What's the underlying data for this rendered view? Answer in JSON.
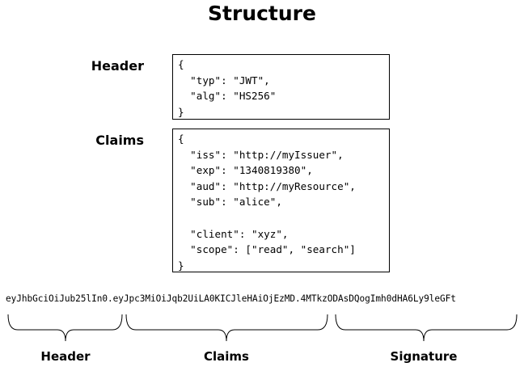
{
  "title": "Structure",
  "header_block": {
    "label": "Header",
    "lines": [
      "{",
      "  \"typ\": \"JWT\",",
      "  \"alg\": \"HS256\"",
      "}"
    ]
  },
  "claims_block": {
    "label": "Claims",
    "lines": [
      "{",
      "  \"iss\": \"http://myIssuer\",",
      "  \"exp\": \"1340819380\",",
      "  \"aud\": \"http://myResource\",",
      "  \"sub\": \"alice\",",
      "",
      "  \"client\": \"xyz\",",
      "  \"scope\": [\"read\", \"search\"]",
      "}"
    ]
  },
  "token": {
    "header_part": "eyJhbGciOiJub25lIn0",
    "claims_part": "eyJpc3MiOiJqb2UiLA0KICJleHAiOjEzMD",
    "signature_part": "4MTkzODAsDQogImh0dHA6Ly9leGFt",
    "separator": "."
  },
  "segments": {
    "header_label": "Header",
    "claims_label": "Claims",
    "signature_label": "Signature"
  }
}
